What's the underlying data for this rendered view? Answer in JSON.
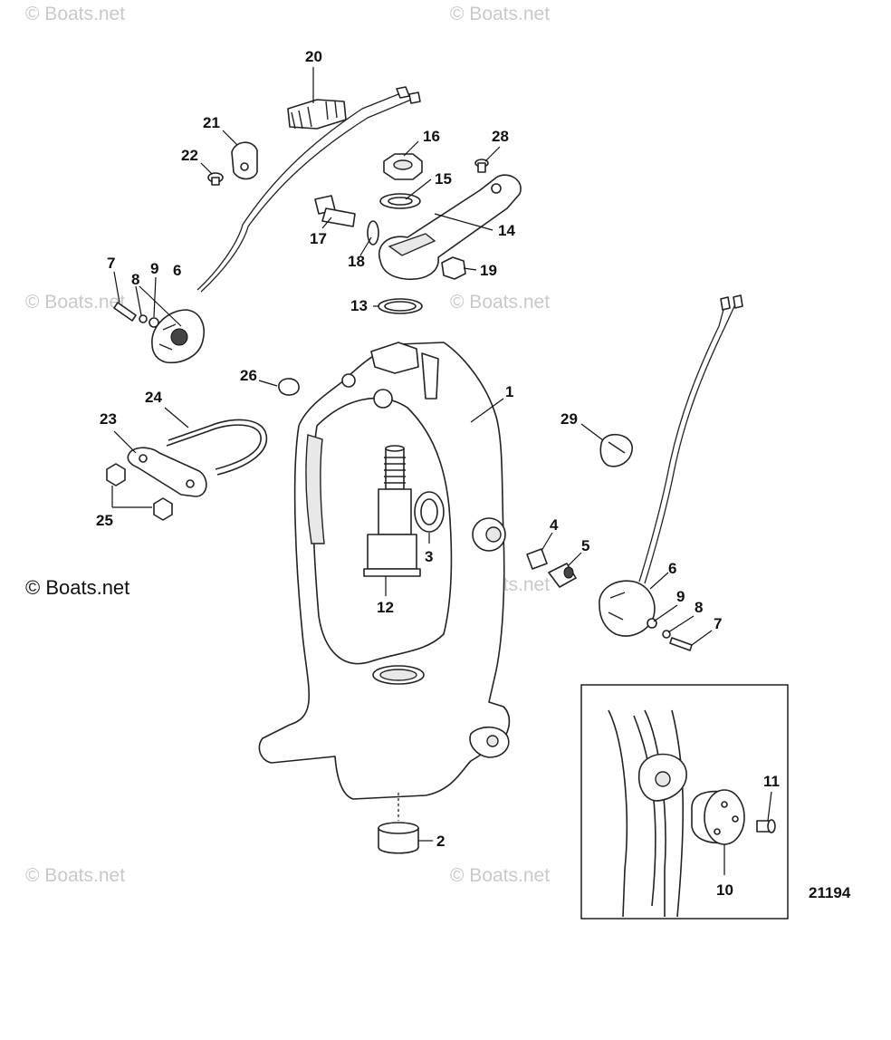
{
  "watermark": "© Boats.net",
  "copyright": "© Boats.net",
  "diagram_id": "21194",
  "callouts": [
    "1",
    "2",
    "3",
    "4",
    "5",
    "6",
    "7",
    "8",
    "9",
    "10",
    "11",
    "12",
    "13",
    "14",
    "15",
    "16",
    "17",
    "18",
    "19",
    "20",
    "21",
    "22",
    "23",
    "24",
    "25",
    "26",
    "28",
    "29"
  ]
}
